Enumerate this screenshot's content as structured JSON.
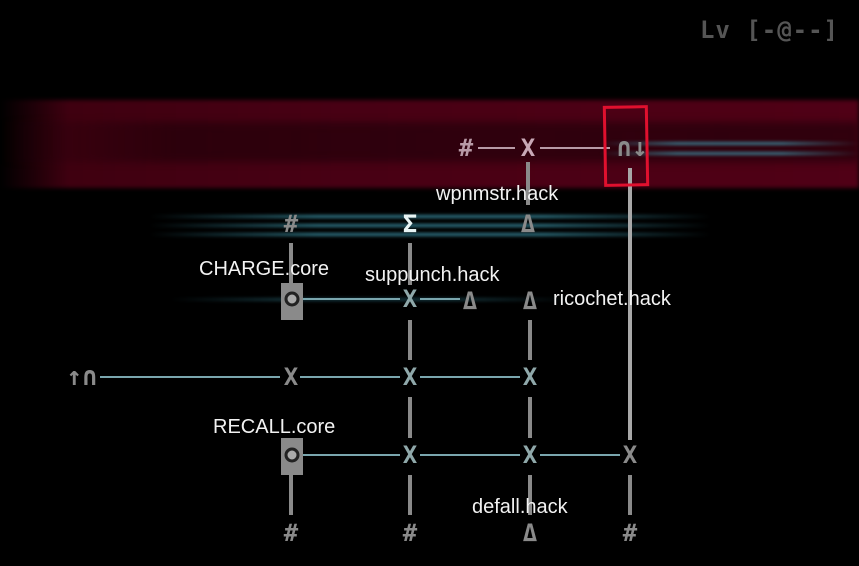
{
  "header": {
    "level_indicator": "Lv [-@--]"
  },
  "colors": {
    "background": "#000000",
    "active_row_band": "#4a0014",
    "selection_box": "#e0102e",
    "row_glow": "#3c96aa",
    "node": "#8a8a8a",
    "label_text": "#f2f2f2"
  },
  "grid": {
    "start_port": {
      "icon": "up-arrow-port-icon",
      "glyph": "↑∩"
    },
    "end_port": {
      "icon": "down-arrow-port-icon",
      "glyph": "∩↓"
    },
    "nodes": [
      {
        "id": "r1c1",
        "glyph": "#",
        "type": "terminal"
      },
      {
        "id": "r1c2",
        "glyph": "X",
        "type": "junction"
      },
      {
        "id": "r2c1",
        "glyph": "#",
        "type": "terminal"
      },
      {
        "id": "r2c2",
        "glyph": "Σ",
        "type": "sigma"
      },
      {
        "id": "r2c3",
        "glyph": "Δ",
        "type": "hack"
      },
      {
        "id": "r3c1",
        "glyph": "o",
        "type": "core"
      },
      {
        "id": "r3c2",
        "glyph": "X",
        "type": "junction"
      },
      {
        "id": "r3c2b",
        "glyph": "Δ",
        "type": "hack"
      },
      {
        "id": "r3c3",
        "glyph": "Δ",
        "type": "hack"
      },
      {
        "id": "r4c1",
        "glyph": "X",
        "type": "junction"
      },
      {
        "id": "r4c2",
        "glyph": "X",
        "type": "junction"
      },
      {
        "id": "r4c3",
        "glyph": "X",
        "type": "junction"
      },
      {
        "id": "r5c1",
        "glyph": "o",
        "type": "core"
      },
      {
        "id": "r5c2",
        "glyph": "X",
        "type": "junction"
      },
      {
        "id": "r5c3",
        "glyph": "X",
        "type": "junction"
      },
      {
        "id": "r5c4",
        "glyph": "X",
        "type": "junction"
      },
      {
        "id": "r6c1",
        "glyph": "#",
        "type": "terminal"
      },
      {
        "id": "r6c2",
        "glyph": "#",
        "type": "terminal"
      },
      {
        "id": "r6c3",
        "glyph": "Δ",
        "type": "hack"
      },
      {
        "id": "r6c4",
        "glyph": "#",
        "type": "terminal"
      }
    ],
    "labels": [
      {
        "text": "wpnmstr.hack"
      },
      {
        "text": "CHARGE.core"
      },
      {
        "text": "suppunch.hack"
      },
      {
        "text": "ricochet.hack"
      },
      {
        "text": "RECALL.core"
      },
      {
        "text": "defall.hack"
      }
    ]
  }
}
